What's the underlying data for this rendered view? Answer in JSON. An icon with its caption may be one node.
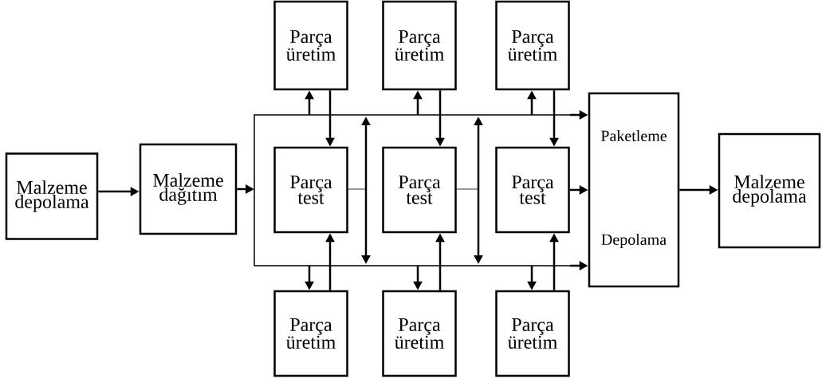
{
  "diagram": {
    "nodes": [
      {
        "text": [
          "Malzeme depolama"
        ]
      },
      {
        "text": [
          "Malzeme dağıtım"
        ]
      },
      {
        "text": [
          "Parça üretim"
        ]
      },
      {
        "text": [
          "Parça üretim"
        ]
      },
      {
        "text": [
          "Parça üretim"
        ]
      },
      {
        "text": [
          "Parça test"
        ]
      },
      {
        "text": [
          "Parça test"
        ]
      },
      {
        "text": [
          "Parça test"
        ]
      },
      {
        "text": [
          "Parça üretim"
        ]
      },
      {
        "text": [
          "Parça üretim"
        ]
      },
      {
        "text": [
          "Parça üretim"
        ]
      },
      {
        "text": [
          "Paketleme",
          "Depolama"
        ]
      },
      {
        "text": [
          "Malzeme depolama"
        ]
      }
    ],
    "edges": [
      {
        "from": 0,
        "to": 1,
        "arrow": "to"
      },
      {
        "from": 1,
        "to": null,
        "arrow": "to"
      },
      {
        "from": null,
        "to": 2,
        "arrow": "to"
      },
      {
        "from": 2,
        "to": 5,
        "arrow": "to"
      },
      {
        "from": null,
        "to": 3,
        "arrow": "to"
      },
      {
        "from": 3,
        "to": 6,
        "arrow": "to"
      },
      {
        "from": null,
        "to": 4,
        "arrow": "to"
      },
      {
        "from": 4,
        "to": 7,
        "arrow": "to"
      },
      {
        "from": null,
        "to": 8,
        "arrow": "to"
      },
      {
        "from": 8,
        "to": 5,
        "arrow": "to"
      },
      {
        "from": null,
        "to": 9,
        "arrow": "to"
      },
      {
        "from": 9,
        "to": 6,
        "arrow": "to"
      },
      {
        "from": null,
        "to": 10,
        "arrow": "to"
      },
      {
        "from": 10,
        "to": 7,
        "arrow": "to"
      },
      {
        "from": 5,
        "to": null,
        "arrow": "none"
      },
      {
        "from": 6,
        "to": null,
        "arrow": "none"
      },
      {
        "from": null,
        "to": 11,
        "arrow": "to"
      },
      {
        "from": 7,
        "to": 11,
        "arrow": "to"
      },
      {
        "from": null,
        "to": 11,
        "arrow": "to"
      },
      {
        "from": 11,
        "to": 12,
        "arrow": "to"
      }
    ]
  }
}
